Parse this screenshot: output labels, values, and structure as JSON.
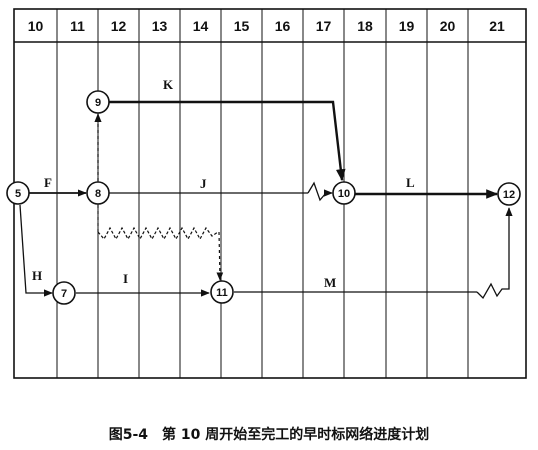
{
  "weeks": [
    "10",
    "11",
    "12",
    "13",
    "14",
    "15",
    "16",
    "17",
    "18",
    "19",
    "20",
    "21"
  ],
  "nodes": [
    {
      "id": "n5",
      "label": "5"
    },
    {
      "id": "n7",
      "label": "7"
    },
    {
      "id": "n8",
      "label": "8"
    },
    {
      "id": "n9",
      "label": "9"
    },
    {
      "id": "n10",
      "label": "10"
    },
    {
      "id": "n11",
      "label": "11"
    },
    {
      "id": "n12",
      "label": "12"
    }
  ],
  "activities": [
    {
      "id": "F",
      "label": "F"
    },
    {
      "id": "H",
      "label": "H"
    },
    {
      "id": "I",
      "label": "I"
    },
    {
      "id": "J",
      "label": "J"
    },
    {
      "id": "K",
      "label": "K"
    },
    {
      "id": "L",
      "label": "L"
    },
    {
      "id": "M",
      "label": "M"
    }
  ],
  "caption": "图5-4　第 10 周开始至完工的早时标网络进度计划"
}
